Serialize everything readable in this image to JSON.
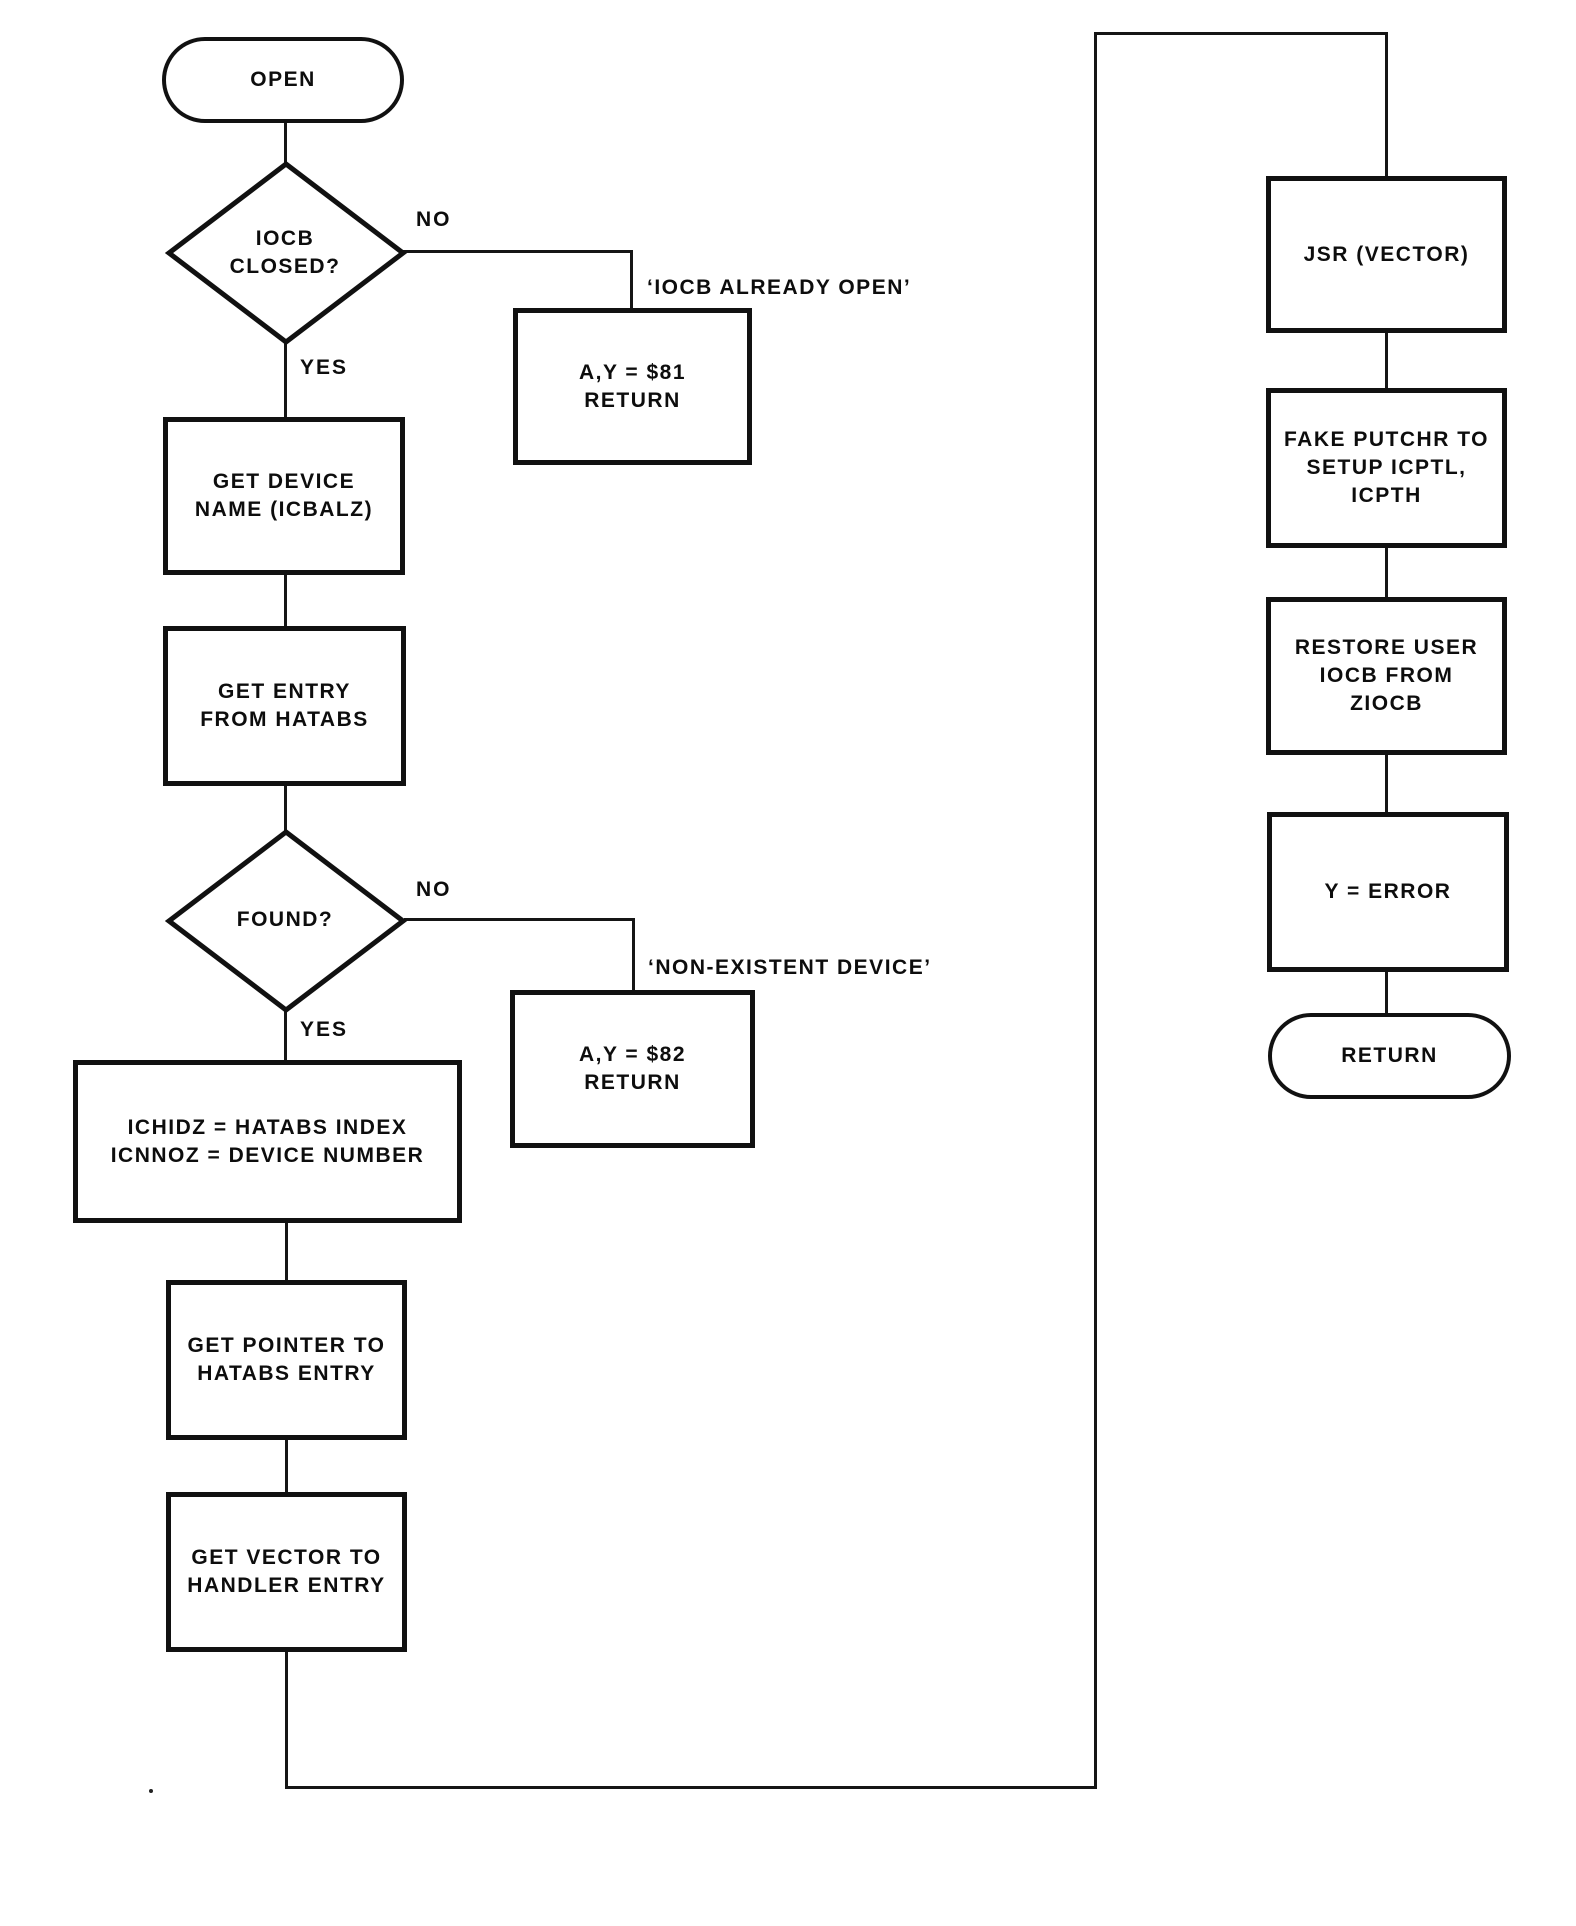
{
  "diagram": {
    "type": "flowchart",
    "ink_color": "#111111",
    "background_color": "#ffffff"
  },
  "nodes": {
    "open": {
      "type": "terminal",
      "label": "OPEN"
    },
    "iocb_closed": {
      "type": "decision",
      "lines": [
        "IOCB",
        "CLOSED?"
      ]
    },
    "return_81": {
      "type": "process",
      "lines": [
        "A,Y =  $81",
        "RETURN"
      ]
    },
    "get_device": {
      "type": "process",
      "lines": [
        "GET DEVICE",
        "NAME (ICBALZ)"
      ]
    },
    "get_entry": {
      "type": "process",
      "lines": [
        "GET ENTRY",
        "FROM HATABS"
      ]
    },
    "found": {
      "type": "decision",
      "lines": [
        "FOUND?"
      ]
    },
    "return_82": {
      "type": "process",
      "lines": [
        "A,Y =  $82",
        "RETURN"
      ]
    },
    "set_index": {
      "type": "process",
      "lines": [
        "ICHIDZ =  HATABS INDEX",
        "ICNNOZ =  DEVICE NUMBER"
      ]
    },
    "get_pointer": {
      "type": "process",
      "lines": [
        "GET POINTER TO",
        "HATABS ENTRY"
      ]
    },
    "get_vector": {
      "type": "process",
      "lines": [
        "GET VECTOR TO",
        "HANDLER ENTRY"
      ]
    },
    "jsr_vector": {
      "type": "process",
      "lines": [
        "JSR (VECTOR)"
      ]
    },
    "fake_putchr": {
      "type": "process",
      "lines": [
        "FAKE PUTCHR TO",
        "SETUP ICPTL,",
        "ICPTH"
      ]
    },
    "restore_iocb": {
      "type": "process",
      "lines": [
        "RESTORE USER",
        "IOCB FROM",
        "ZIOCB"
      ]
    },
    "y_error": {
      "type": "process",
      "lines": [
        "Y =  ERROR"
      ]
    },
    "return_end": {
      "type": "terminal",
      "label": "RETURN"
    }
  },
  "edge_labels": {
    "no_1": "NO",
    "yes_1": "YES",
    "no_2": "NO",
    "yes_2": "YES"
  },
  "annotations": {
    "iocb_already_open": "‘IOCB ALREADY OPEN’",
    "non_existent_device": "‘NON-EXISTENT DEVICE’"
  }
}
